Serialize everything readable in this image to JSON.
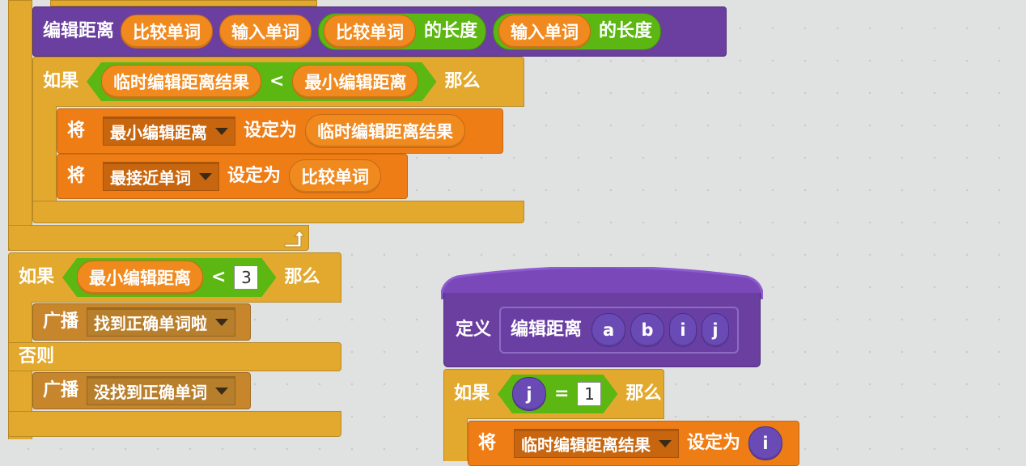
{
  "top_c_block": {
    "call_block": {
      "label": "编辑距离",
      "arg1": "比较单词",
      "arg2": "输入单词",
      "length1_var": "比较单词",
      "length1_suffix": "的长度",
      "length2_var": "输入单词",
      "length2_suffix": "的长度"
    },
    "if_block": {
      "if_label": "如果",
      "left_var": "临时编辑距离结果",
      "operator": "<",
      "right_var": "最小编辑距离",
      "then_label": "那么",
      "set1": {
        "label": "将",
        "var": "最小编辑距离",
        "to_label": "设定为",
        "value": "临时编辑距离结果"
      },
      "set2": {
        "label": "将",
        "var": "最接近单词",
        "to_label": "设定为",
        "value": "比较单词"
      }
    }
  },
  "if_else_block": {
    "if_label": "如果",
    "left_var": "最小编辑距离",
    "operator": "<",
    "right_value": "3",
    "then_label": "那么",
    "broadcast1": {
      "label": "广播",
      "message": "找到正确单词啦"
    },
    "else_label": "否则",
    "broadcast2": {
      "label": "广播",
      "message": "没找到正确单词"
    }
  },
  "define_block": {
    "define_label": "定义",
    "name": "编辑距离",
    "params": [
      "a",
      "b",
      "i",
      "j"
    ],
    "if_label": "如果",
    "left_param": "j",
    "operator": "=",
    "right_value": "1",
    "then_label": "那么",
    "set": {
      "label": "将",
      "var": "临时编辑距离结果",
      "to_label": "设定为",
      "value": "i"
    }
  },
  "colors": {
    "control": "#e3a92e",
    "custom_block": "#6b3fa0",
    "data": "#ee7d16",
    "operators": "#5cb712",
    "events": "#c8862c",
    "background": "#e0e1e1"
  }
}
